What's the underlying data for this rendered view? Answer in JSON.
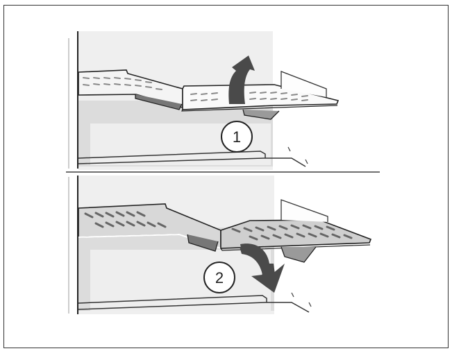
{
  "figure": {
    "description": "Two-step illustration: adjusting a refrigerator glass/grid shelf",
    "border_color": "#333333",
    "divider_color": "#6e6e6e",
    "arrow_color": "#4a4a4a",
    "wall_shade": "#ececec",
    "inner_shade": "#d9d9d9"
  },
  "steps": [
    {
      "number": "1",
      "action": "lift-up",
      "arrow_direction": "up",
      "description": "Lift the front shelf section upward"
    },
    {
      "number": "2",
      "action": "push-down",
      "arrow_direction": "down",
      "description": "Slide and lower the shelf section down into place"
    }
  ]
}
